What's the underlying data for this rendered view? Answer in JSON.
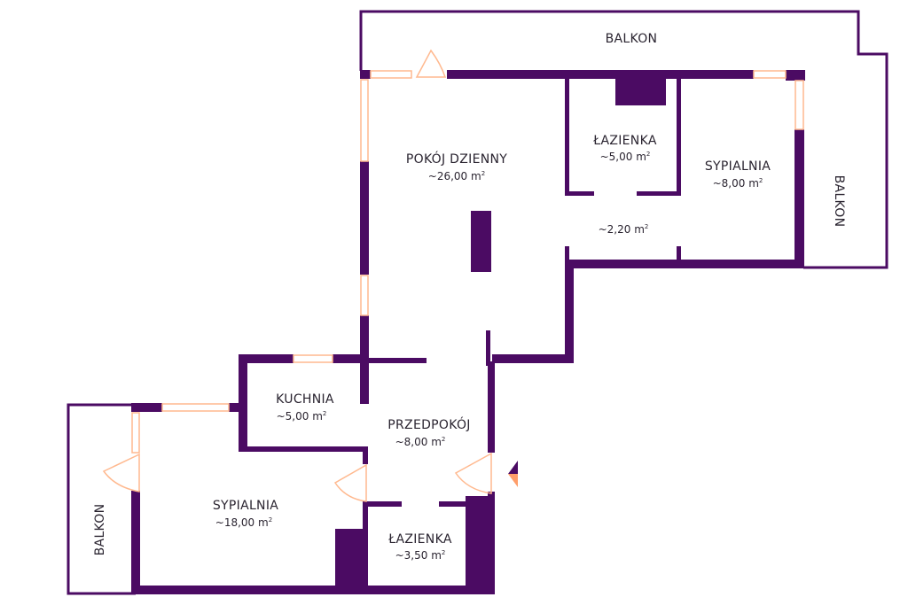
{
  "colors": {
    "wall": "#4b0b63",
    "balcony_outline": "#4b0b63",
    "window": "#ffb98f",
    "door": "#ffb98f",
    "entrance_marker_dark": "#4b0b63",
    "entrance_marker_light": "#ff9e6a",
    "text": "#2a2430"
  },
  "area_unit": "m",
  "area_unit_exponent": "2",
  "rooms": [
    {
      "id": "living-room",
      "name": "POKÓJ DZIENNY",
      "area": "~26,00"
    },
    {
      "id": "bathroom-top",
      "name": "ŁAZIENKA",
      "area": "~5,00"
    },
    {
      "id": "bedroom-top",
      "name": "SYPIALNIA",
      "area": "~8,00"
    },
    {
      "id": "hall-top",
      "name": "",
      "area": "~2,20"
    },
    {
      "id": "kitchen",
      "name": "KUCHNIA",
      "area": "~5,00"
    },
    {
      "id": "hallway",
      "name": "PRZEDPOKÓJ",
      "area": "~8,00"
    },
    {
      "id": "bedroom-bottom",
      "name": "SYPIALNIA",
      "area": "~18,00"
    },
    {
      "id": "bathroom-bottom",
      "name": "ŁAZIENKA",
      "area": "~3,50"
    }
  ],
  "balconies": [
    {
      "id": "balcony-top",
      "name": "BALKON"
    },
    {
      "id": "balcony-right",
      "name": "BALKON"
    },
    {
      "id": "balcony-left",
      "name": "BALKON"
    }
  ]
}
